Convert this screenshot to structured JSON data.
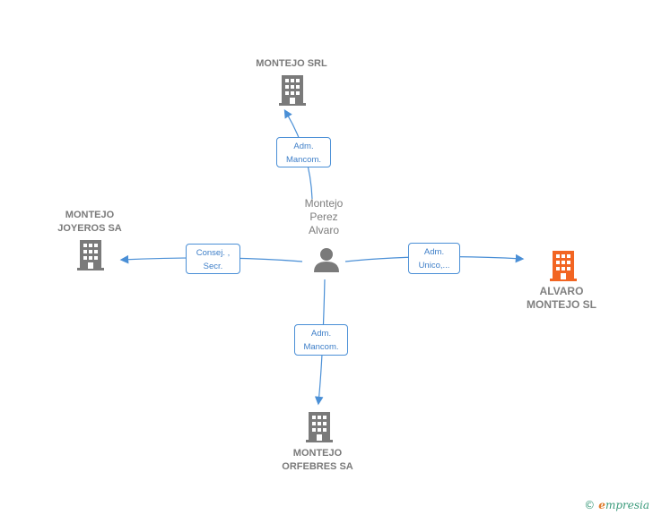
{
  "center_person": {
    "label": "Montejo\nPerez\nAlvaro"
  },
  "companies": {
    "top": {
      "label": "MONTEJO SRL"
    },
    "left": {
      "label": "MONTEJO\nJOYEROS SA"
    },
    "right": {
      "label": "ALVARO\nMONTEJO  SL"
    },
    "bottom": {
      "label": "MONTEJO\nORFEBRES SA"
    }
  },
  "roles": {
    "top": "Adm.\nMancom.",
    "left": "Consej. ,\nSecr.",
    "right": "Adm.\nUnico,...",
    "bottom": "Adm.\nMancom."
  },
  "colors": {
    "edge": "#4a8fd6",
    "building": "#7a7a7a",
    "highlight": "#f26522",
    "person": "#7a7a7a"
  },
  "footer": {
    "copyright": "©",
    "brand_first": "e",
    "brand_rest": "mpresia"
  }
}
